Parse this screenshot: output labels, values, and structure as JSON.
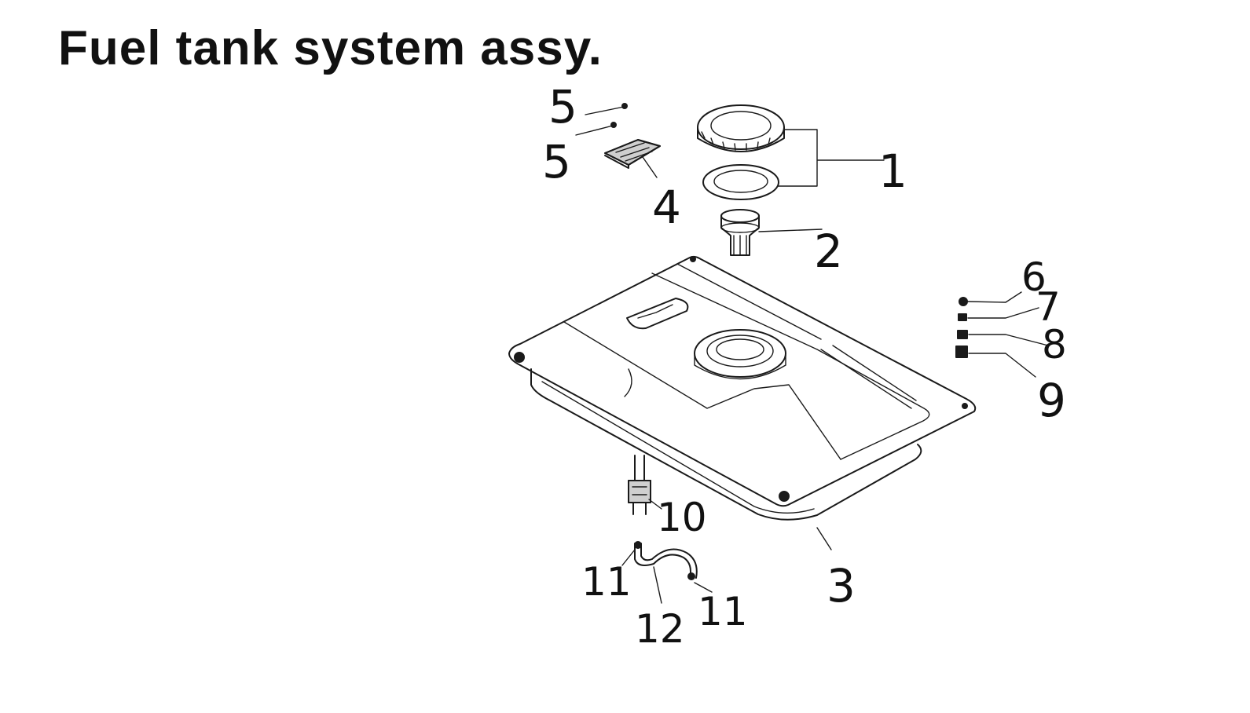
{
  "title": "Fuel tank system assy.",
  "callouts": {
    "c1": "1",
    "c2": "2",
    "c3": "3",
    "c4": "4",
    "c5a": "5",
    "c5b": "5",
    "c6": "6",
    "c7": "7",
    "c8": "8",
    "c9": "9",
    "c10": "10",
    "c11a": "11",
    "c11b": "11",
    "c12": "12"
  }
}
